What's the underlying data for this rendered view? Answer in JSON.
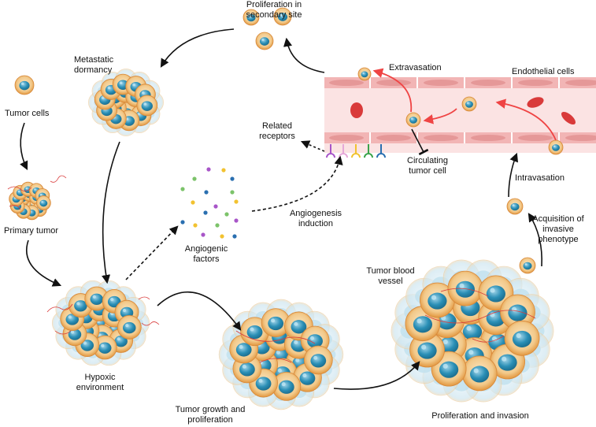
{
  "labels": {
    "proliferation_secondary": "Proliferation in\nsecondary site",
    "metastatic_dormancy": "Metastatic\ndormancy",
    "tumor_cells": "Tumor cells",
    "primary_tumor": "Primary tumor",
    "hypoxic_environment": "Hypoxic\nenvironment",
    "related_receptors": "Related\nreceptors",
    "angiogenic_factors": "Angiogenic\nfactors",
    "angiogenesis_induction": "Angiogenesis\ninduction",
    "extravasation": "Extravasation",
    "endothelial_cells": "Endothelial cells",
    "circulating_tumor_cell": "Circulating\ntumor cell",
    "intravasation": "Intravasation",
    "acquisition_invasive": "Acquisition of\ninvasive\nphenotype",
    "tumor_blood_vessel": "Tumor blood\nvessel",
    "tumor_growth": "Tumor growth and\nproliferation",
    "proliferation_invasion": "Proliferation and invasion"
  },
  "colors": {
    "cell_outer": "#f2c98a",
    "cell_rim": "#e2973f",
    "nucleus": "#2a8fb6",
    "nucleus_light": "#9fd3e8",
    "ghost_cell": "#d8ecf4",
    "vessel_wall": "#f2b5b5",
    "vessel_lumen": "#fbe3e3",
    "red_blood_cell": "#d93a3a",
    "red_arrow": "#ef4444",
    "black_arrow": "#111111",
    "factor_palette": [
      "#a855c8",
      "#f2c230",
      "#7cc36a",
      "#2a6fb0",
      "#1f9aa8"
    ]
  },
  "icons": [
    "tumor-cell-icon",
    "tumor-cluster-icon",
    "blood-vessel-icon",
    "red-blood-cell-icon",
    "receptor-icon",
    "angiogenic-factor-dot-icon",
    "capillary-icon"
  ]
}
